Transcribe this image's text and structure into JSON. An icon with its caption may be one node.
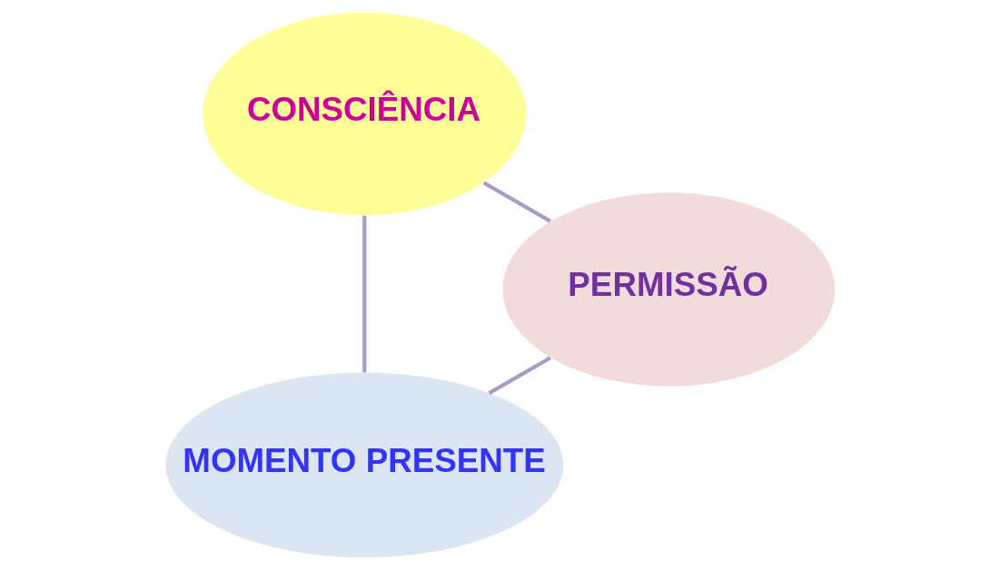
{
  "diagram": {
    "nodes": [
      {
        "text": [
          "MOMENTO PRESENTE"
        ]
      },
      {
        "text": [
          "PERMISSÃO"
        ]
      },
      {
        "text": [
          "CONSCIÊNCIA"
        ]
      }
    ],
    "edges": [
      {
        "from": 0,
        "to": 2,
        "arrow": "none"
      },
      {
        "from": 2,
        "to": 1,
        "arrow": "none"
      },
      {
        "from": 1,
        "to": 0,
        "arrow": "none"
      }
    ]
  }
}
